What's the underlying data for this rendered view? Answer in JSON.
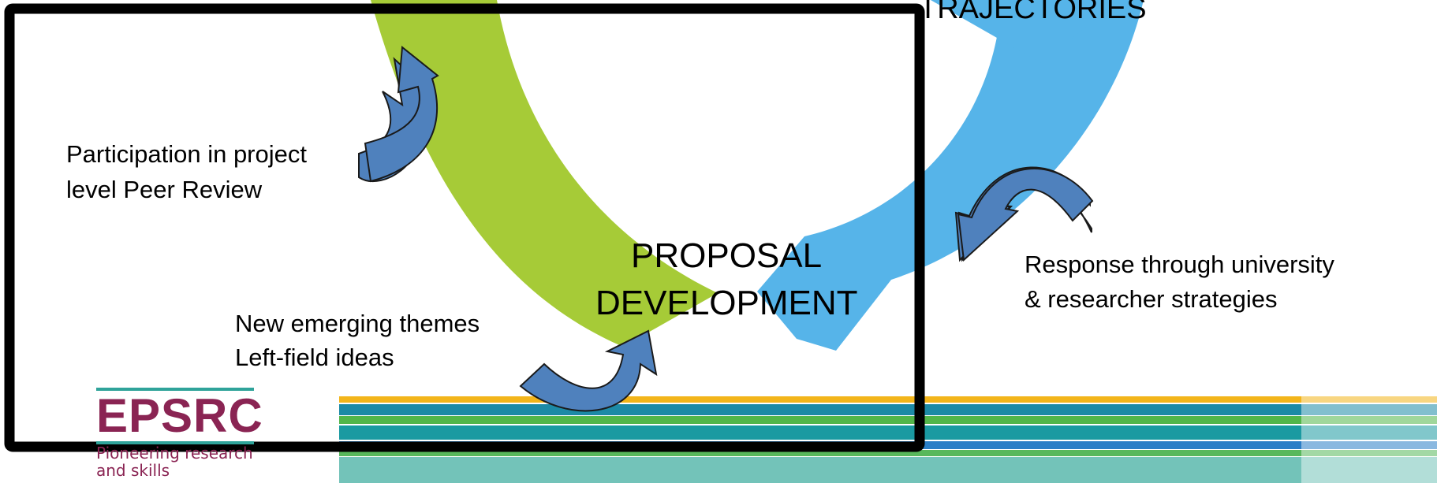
{
  "labels": {
    "top_right": "TRAJECTORIES",
    "peer_review_line1": "Participation in project",
    "peer_review_line2": "level Peer Review",
    "response_line1": "Response through university",
    "response_line2": "& researcher strategies",
    "themes_line1": "New emerging themes",
    "themes_line2": "Left-field ideas",
    "center_line1": "PROPOSAL",
    "center_line2": "DEVELOPMENT"
  },
  "logo": {
    "name": "EPSRC",
    "tagline_line1": "Pioneering research",
    "tagline_line2": "and skills"
  },
  "colors": {
    "green_arc": "#a6cb37",
    "blue_arc": "#56b4e9",
    "arrow_fill": "#4f81bd",
    "frame": "#000000",
    "logo": "#8a2453"
  }
}
